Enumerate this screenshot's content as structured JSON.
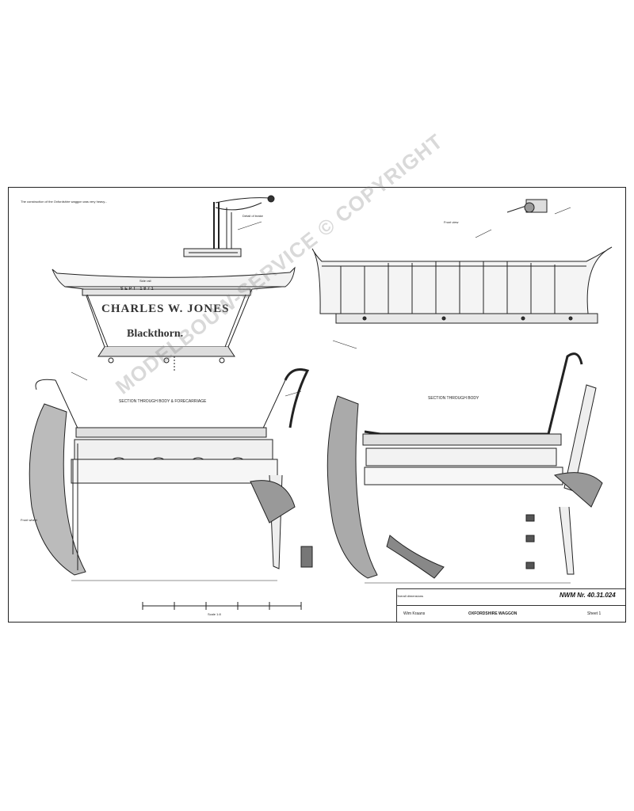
{
  "sheet": {
    "watermark": "MODELBOUW-SERVICE © COPYRIGHT",
    "nwm_number": "NWM Nr. 40.31.024",
    "drawn_by": "Wim Kraans",
    "wagon_name": "OXFORDSHIRE WAGGON",
    "sheet_label": "Sheet 1"
  },
  "signboard": {
    "line_top": "SEPT 1871",
    "line_name": "CHARLES W. JONES",
    "line_place": "Blackthorn."
  },
  "headings": {
    "front_section": "SECTION THROUGH BODY & FORECARRIAGE",
    "rear_section": "SECTION THROUGH BODY",
    "scale": "Scale  1:8"
  },
  "notes": {
    "intro": "The construction of the Oxfordshire waggon was very heavy...",
    "brake": "Detail of brake",
    "side_rail": "Side rail",
    "front_view": "Front view",
    "wheel_note": "Front wheel",
    "bottom_note": "Overall dimensions"
  }
}
